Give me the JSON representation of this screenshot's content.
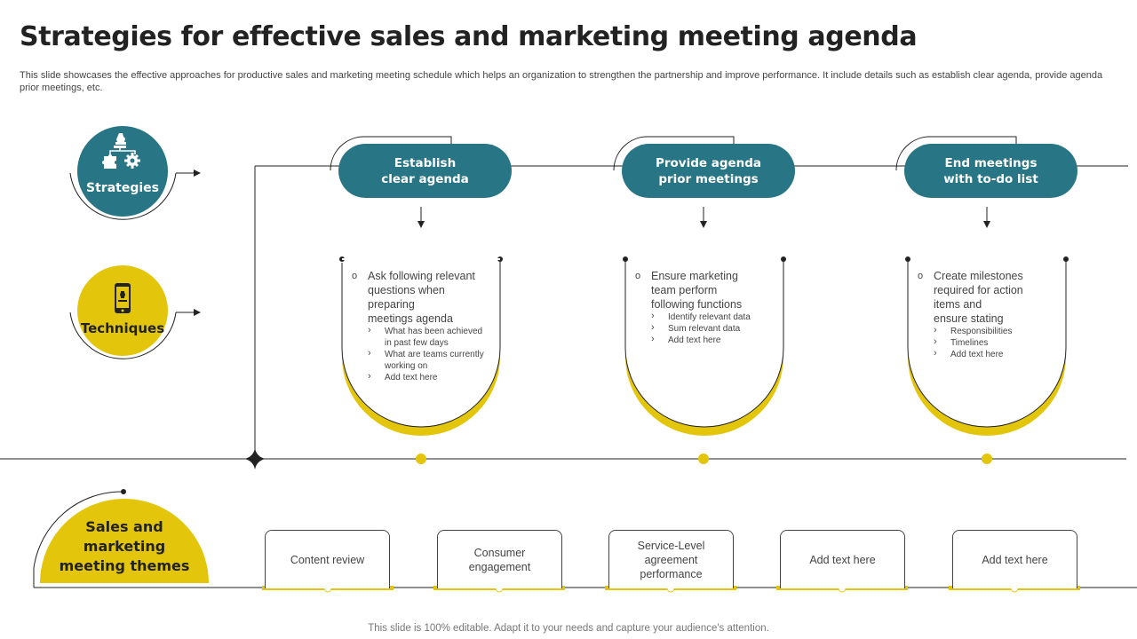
{
  "slide": {
    "title": "Strategies for effective sales and marketing meeting agenda",
    "subtitle": "This slide showcases the effective approaches for productive sales and marketing meeting schedule which helps an organization to strengthen the partnership and improve performance. It include details such as establish clear agenda, provide agenda prior meetings, etc.",
    "footer": "This slide is 100% editable. Adapt it to your needs and capture your audience's attention."
  },
  "colors": {
    "teal": "#287585",
    "yellow": "#E3C60B",
    "line": "#222222"
  },
  "rows": {
    "strategies": {
      "label": "Strategies",
      "icon": "strategy-puzzle-gear-icon"
    },
    "techniques": {
      "label": "Techniques",
      "icon": "mobile-phone-icon"
    }
  },
  "steps": [
    {
      "title_line1": "Establish",
      "title_line2": "clear agenda",
      "main": "Ask following relevant\nquestions when\npreparing\nmeetings agenda",
      "subitems": [
        "What has been achieved\nin past few days",
        "What are teams currently\nworking on",
        "Add text here"
      ]
    },
    {
      "title_line1": "Provide agenda",
      "title_line2": "prior meetings",
      "main": "Ensure marketing\nteam perform\nfollowing functions",
      "subitems": [
        "Identify relevant data",
        "Sum relevant data",
        "Add text here"
      ]
    },
    {
      "title_line1": "End meetings",
      "title_line2": "with to-do list",
      "main": "Create milestones\nrequired for action\nitems and\nensure stating",
      "subitems": [
        "Responsibilities",
        "Timelines",
        "Add text here"
      ]
    }
  ],
  "themes": {
    "title_line1": "Sales and",
    "title_line2": "marketing",
    "title_line3": "meeting themes",
    "items": [
      "Content review",
      "Consumer\nengagement",
      "Service-Level\nagreement\nperformance",
      "Add text here",
      "Add text here"
    ]
  }
}
